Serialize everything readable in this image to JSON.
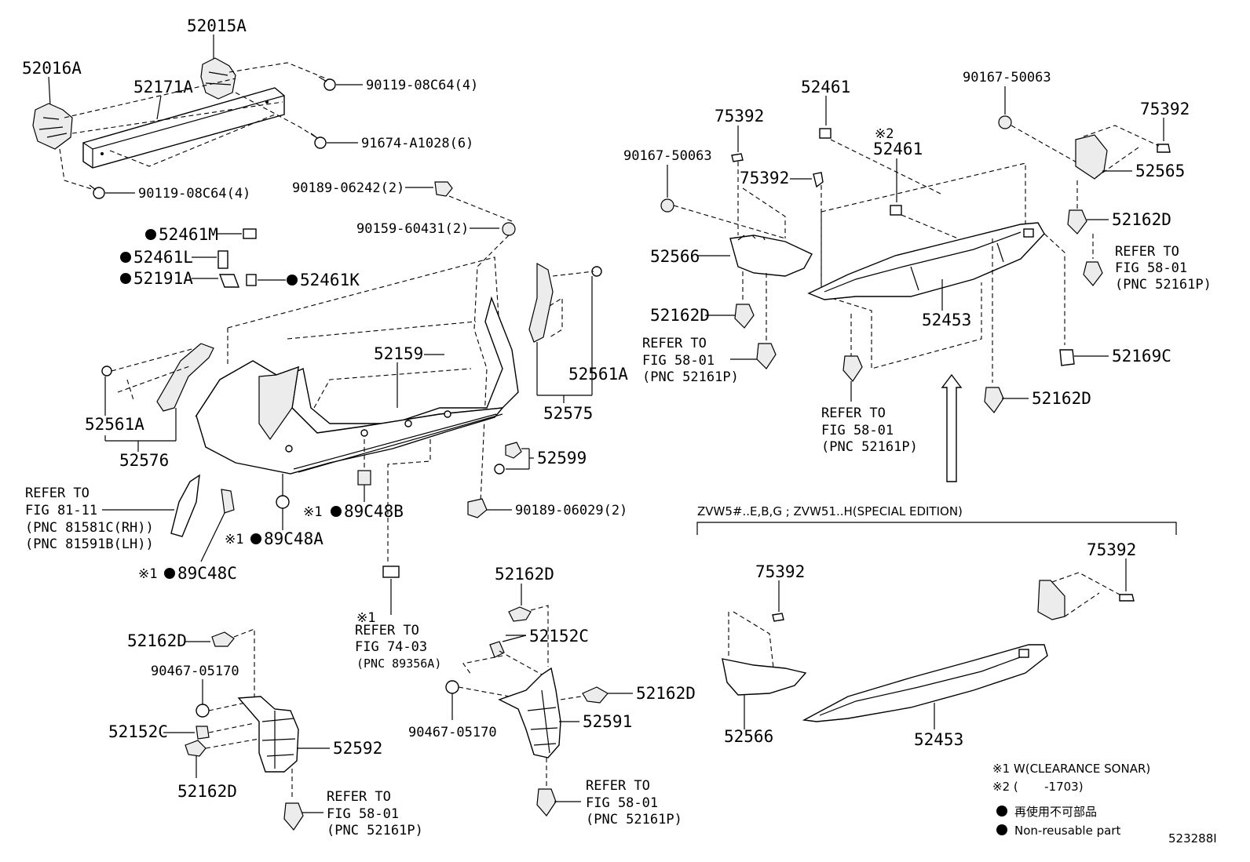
{
  "labels": {
    "p52016A": "52016A",
    "p52015A": "52015A",
    "p52171A": "52171A",
    "p90119_a": "90119-08C64(4)",
    "p91674": "91674-A1028(6)",
    "p90119_b": "90119-08C64(4)",
    "p90189_a": "90189-06242(2)",
    "p90159": "90159-60431(2)",
    "p52461M": "52461M",
    "p52461L": "52461L",
    "p52191A": "52191A",
    "p52461K": "52461K",
    "p52159": "52159",
    "p52561A_l": "52561A",
    "p52576": "52576",
    "p52561A_r": "52561A",
    "p52575": "52575",
    "p52599": "52599",
    "p90189_b": "90189-06029(2)",
    "p89C48B": "89C48B",
    "p89C48A": "89C48A",
    "p89C48C": "89C48C",
    "mark1": "※1",
    "mark2": "※2",
    "refer_to": "REFER TO",
    "fig8111": "FIG 81-11",
    "pnc81581": "(PNC 81581C(RH))",
    "pnc81591": "(PNC 81591B(LH))",
    "fig7403": "FIG 74-03",
    "pnc89356": "(PNC 89356A)",
    "fig5801": "FIG 58-01",
    "pnc52161": "(PNC 52161P)",
    "p52162D": "52162D",
    "p90467": "90467-05170",
    "p52152C": "52152C",
    "p52592": "52592",
    "p52591": "52591",
    "p52461": "52461",
    "p75392": "75392",
    "p90167": "90167-50063",
    "p52566": "52566",
    "p52453": "52453",
    "p52565": "52565",
    "p52169C": "52169C",
    "edition": "ZVW5#..E,B,G ; ZVW51..H(SPECIAL EDITION)",
    "legend1": "※1 W(CLEARANCE SONAR)",
    "legend2": "※2 (       -1703)",
    "legend3": "再使用不可部品",
    "legend4": "Non-reusable part",
    "figno": "523288I"
  }
}
